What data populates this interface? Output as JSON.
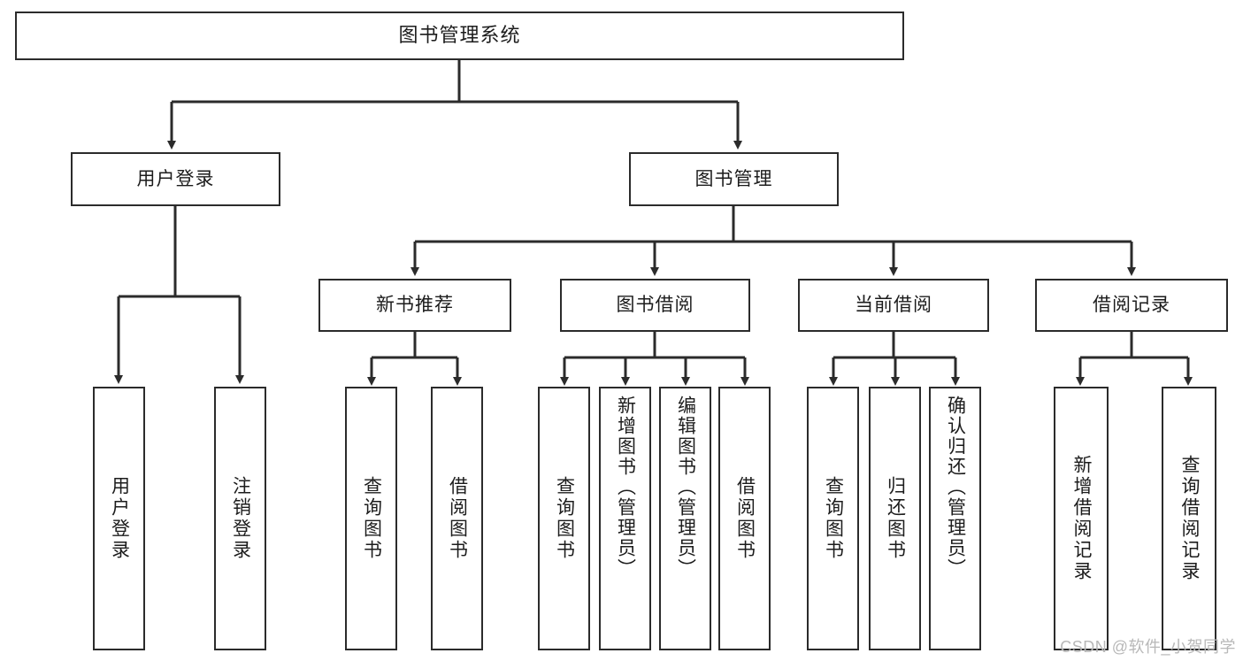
{
  "diagram": {
    "title": "图书管理系统",
    "watermark": "CSDN @软件_小贺同学",
    "stroke_color": "#2b2b2b",
    "fill_color": "#ffffff",
    "text_color": "#1c1c1c",
    "watermark_color": "#b8b8b8"
  },
  "levels": {
    "root": {
      "label": "图书管理系统"
    },
    "level2": [
      {
        "label": "用户登录"
      },
      {
        "label": "图书管理"
      }
    ],
    "level3": [
      {
        "label": "新书推荐"
      },
      {
        "label": "图书借阅"
      },
      {
        "label": "当前借阅"
      },
      {
        "label": "借阅记录"
      }
    ],
    "leaves": {
      "user_login": [
        {
          "label": "用户登录"
        },
        {
          "label": "注销登录"
        }
      ],
      "new_book": [
        {
          "label": "查询图书"
        },
        {
          "label": "借阅图书"
        }
      ],
      "book_borrow": [
        {
          "label": "查询图书"
        },
        {
          "label": "新增图书（管理员）"
        },
        {
          "label": "编辑图书（管理员）"
        },
        {
          "label": "借阅图书"
        }
      ],
      "current_borrow": [
        {
          "label": "查询图书"
        },
        {
          "label": "归还图书"
        },
        {
          "label": "确认归还（管理员）"
        }
      ],
      "borrow_record": [
        {
          "label": "新增借阅记录"
        },
        {
          "label": "查询借阅记录"
        }
      ]
    }
  }
}
